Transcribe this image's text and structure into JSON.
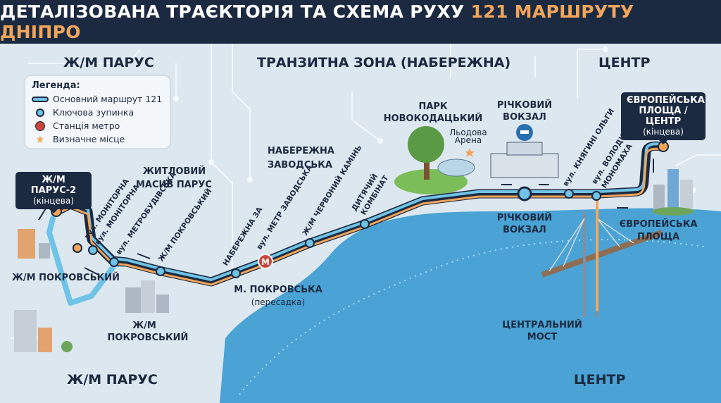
{
  "title": {
    "main": "ДЕТАЛІЗОВАНА ТРАЄКТОРІЯ ТА СХЕМА РУХУ ",
    "accent": "121 МАРШРУТУ ДНІПРО"
  },
  "colors": {
    "navy": "#1b2a41",
    "route_blue": "#6fc3e6",
    "route_orange": "#f2a55a",
    "metro": "#c8463c",
    "river": "#4aa3d4"
  },
  "zones": {
    "top_left": "Ж/М ПАРУС",
    "top_mid": "ТРАНЗИТНА ЗОНА (НАБЕРЕЖНА)",
    "top_right": "ЦЕНТР",
    "bottom_left": "Ж/М ПАРУС",
    "bottom_right": "ЦЕНТР"
  },
  "legend": {
    "title": "Легенда:",
    "items": [
      {
        "icon": "route-line-icon",
        "label": "Основний маршрут 121"
      },
      {
        "icon": "stop-circle-icon",
        "label": "Ключова зупинка"
      },
      {
        "icon": "metro-icon",
        "label": "Станція метро"
      },
      {
        "icon": "star-icon",
        "label": "Визначне місце"
      }
    ]
  },
  "terminals": {
    "start": {
      "name": "Ж/М ПАРУС-2",
      "note": "(кінцева)"
    },
    "end": {
      "name1": "ЄВРОПЕЙСЬКА",
      "name2": "ПЛОЩА / ЦЕНТР",
      "note": "(кінцева)"
    }
  },
  "areas": {
    "parus_1": "ЖИТЛОВИЙ",
    "parus_2": "МАСИВ ПАРУС",
    "pokrovsky_left": "Ж/М ПОКРОВСЬКИЙ",
    "pokrovsky_1": "Ж/М",
    "pokrovsky_2": "ПОКРОВСЬКИЙ",
    "naberezhna_1": "НАБЕРЕЖНА",
    "naberezhna_2": "ЗАВОДСЬКА",
    "park_1": "ПАРК",
    "park_2": "НОВОКОДАЦЬКИЙ",
    "arena_1": "Льодова",
    "arena_2": "Арена",
    "river_station_top_1": "РІЧКОВИЙ",
    "river_station_top_2": "ВОКЗАЛ",
    "river_station_1": "РІЧКОВИЙ",
    "river_station_2": "ВОКЗАЛ",
    "metro_1": "М. ПОКРОВСЬКА",
    "metro_2": "(пересадка)",
    "bridge_1": "ЦЕНТРАЛЬНИЙ",
    "bridge_2": "МОСТ",
    "euro_1": "ЄВРОПЕЙСЬКА",
    "euro_2": "ПЛОЩА"
  },
  "stops": [
    "вул. МОНІТОРНА",
    "вул. МОНІТОРНА",
    "вул. МЕТРОБУДІВСЬКА",
    "Ж/М ПОКРОВСЬКИЙ",
    "НАБЕРЕЖНА ЗА",
    "вул. МЕТР ЗАВОДСЬКА",
    "Ж/М ЧЕРВОНИЙ КАМІНЬ",
    "ДИТЯЧИЙ",
    "КОМБІНАТ",
    "вул. КНЯГИНІ ОЛЬГИ",
    "вул. ВОЛОДИМИРА",
    "МОНОМАХА"
  ],
  "metro_letter": "М"
}
